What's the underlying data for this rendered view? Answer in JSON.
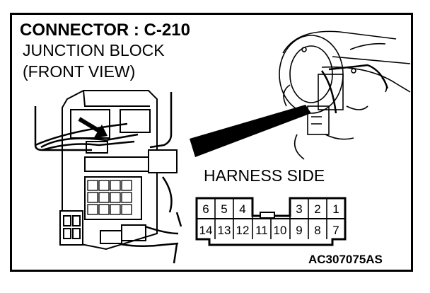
{
  "header": {
    "title": "CONNECTOR : C-210",
    "line2": "JUNCTION BLOCK",
    "line3": "(FRONT VIEW)"
  },
  "connector": {
    "label": "HARNESS SIDE",
    "top_row": [
      "6",
      "5",
      "4",
      "",
      "",
      "3",
      "2",
      "1"
    ],
    "bottom_row": [
      "14",
      "13",
      "12",
      "11",
      "10",
      "9",
      "8",
      "7"
    ]
  },
  "reference_code": "AC307075AS"
}
